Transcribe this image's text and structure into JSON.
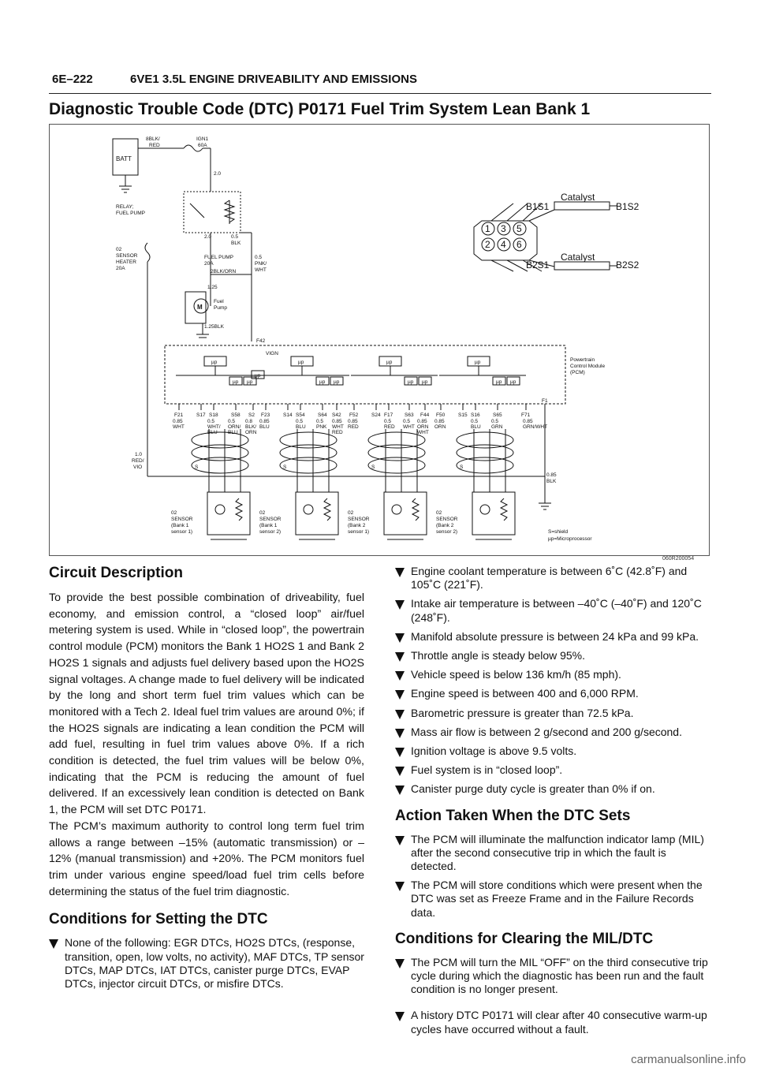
{
  "header": {
    "page_number": "6E–222",
    "section_title": "6VE1 3.5L ENGINE DRIVEABILITY AND EMISSIONS"
  },
  "title": "Diagnostic Trouble Code (DTC) P0171 Fuel Trim System Lean Bank 1",
  "diagram": {
    "figure_code": "060R200054",
    "batt": "BATT",
    "ign": "IGN1",
    "ign_fuse": "60A",
    "wire_8blk": "8BLK/",
    "wire_red": "RED",
    "wire_20": "2.0",
    "relay": "RELAY;",
    "relay2": "FUEL PUMP",
    "wire_20b": "2.0",
    "wire_05": "0.5",
    "wire_blk": "BLK",
    "o2_heater1": "02",
    "o2_heater2": "SENSOR",
    "o2_heater3": "HEATER",
    "o2_heater4": "20A",
    "fuel_pump_fuse1": "FUEL PUMP",
    "fuel_pump_fuse2": "20A",
    "wire_2blk": "2BLK/ORN",
    "wire_pnk1": "0.5",
    "wire_pnk2": "PNK/",
    "wire_pnk3": "WHT",
    "wire_125": "1.25",
    "pump_label1": "Fuel",
    "pump_label2": "Pump",
    "motor": "M",
    "wire_125blk": "1.25BLK",
    "f42": "F42",
    "vign": "VIGN",
    "up": "µp",
    "pcm1": "Powertrain",
    "pcm2": "Control Module",
    "pcm3": "(PCM)",
    "f1": "F1",
    "wire_10": "1.0",
    "wire_10b": "RED/",
    "wire_10c": "VIO",
    "shield": "S",
    "wire_085blk1": "0.85",
    "wire_085blk2": "BLK",
    "legend1": "S=shield",
    "legend2": "µp=Microprocessor",
    "b1s1": "B1S1",
    "b1s2": "B1S2",
    "b2s1": "B2S1",
    "b2s2": "B2S2",
    "catalyst": "Catalyst",
    "cyl": [
      "1",
      "3",
      "5",
      "2",
      "4",
      "6"
    ],
    "pins": [
      "F21",
      "S17",
      "S18",
      "S58",
      "S2",
      "F23",
      "S14",
      "S54",
      "S64",
      "S42",
      "F52",
      "S24",
      "F17",
      "S63",
      "F44",
      "F50",
      "S15",
      "S16",
      "S65",
      "F71"
    ],
    "wires": [
      [
        "0.85",
        "WHT"
      ],
      [
        "0.5",
        "WHT/",
        "BLU"
      ],
      [
        "0.5",
        "ORN/",
        "BLU"
      ],
      [
        "0.8",
        "BLK/",
        "ORN"
      ],
      [
        "0.85",
        "BLU"
      ],
      [
        "0.5",
        "BLU"
      ],
      [
        "0.5",
        "PNK"
      ],
      [
        "0.85",
        "WHT",
        "RED"
      ],
      [
        "0.85",
        "RED"
      ],
      [
        "0.5",
        "RED"
      ],
      [
        "0.5",
        "WHT"
      ],
      [
        "0.85",
        "ORN",
        "WHT"
      ],
      [
        "0.85",
        "ORN"
      ],
      [
        "0.5",
        "BLU"
      ],
      [
        "0.5",
        "GRN"
      ],
      [
        "0.85",
        "GRN/WHT"
      ]
    ],
    "sensors": [
      [
        "02",
        "SENSOR",
        "(Bank 1",
        "sensor 1)"
      ],
      [
        "02",
        "SENSOR",
        "(Bank 1",
        "sensor 2)"
      ],
      [
        "02",
        "SENSOR",
        "(Bank 2",
        "sensor 1)"
      ],
      [
        "02",
        "SENSOR",
        "(Bank 2",
        "sensor 2)"
      ]
    ]
  },
  "circuit": {
    "heading": "Circuit Description",
    "paragraphs": [
      "To provide the best possible combination of driveability, fuel economy, and emission control, a “closed loop” air/fuel metering system is used.  While in “closed loop”, the powertrain control module (PCM) monitors the Bank 1 HO2S 1 and Bank 2 HO2S 1 signals and adjusts fuel delivery based upon the HO2S signal voltages.  A change made to fuel delivery will be indicated by the long and short term fuel trim values which can be monitored with a Tech 2.  Ideal fuel trim values are around 0%; if the HO2S signals are indicating a lean condition the PCM will add fuel, resulting in fuel trim values above 0%.  If a rich condition is detected, the fuel trim values will be below 0%, indicating that the PCM is reducing the amount of fuel delivered.  If an excessively lean condition is detected on Bank 1, the PCM will set DTC P0171.",
      "The PCM’s maximum authority to control long term fuel trim allows a range between –15% (automatic transmission) or –12% (manual transmission) and +20%.  The PCM monitors fuel trim under various engine speed/load fuel trim cells before determining  the status of the fuel trim diagnostic."
    ]
  },
  "conditions_setting": {
    "heading": "Conditions for Setting the DTC",
    "items": [
      "None of the following: EGR DTCs, HO2S DTCs, (response, transition, open, low volts, no activity), MAF DTCs, TP sensor DTCs, MAP DTCs, IAT DTCs, canister purge DTCs, EVAP DTCs, injector circuit DTCs, or misfire DTCs."
    ],
    "items_right": [
      "Engine coolant temperature is between 6˚C (42.8˚F) and 105˚C (221˚F).",
      "Intake air temperature is between –40˚C (–40˚F) and 120˚C (248˚F).",
      "Manifold absolute pressure is between 24 kPa and 99 kPa.",
      "Throttle angle is steady below 95%.",
      "Vehicle speed is below 136 km/h (85 mph).",
      "Engine speed is between 400 and 6,000 RPM.",
      "Barometric pressure is greater than 72.5 kPa.",
      "Mass air flow is between 2 g/second and 200 g/second.",
      "Ignition voltage is above 9.5 volts.",
      "Fuel system is in “closed loop”.",
      "Canister purge duty cycle is greater than 0% if on."
    ]
  },
  "action": {
    "heading": "Action Taken When the DTC Sets",
    "items": [
      "The PCM will illuminate the malfunction indicator lamp (MIL) after the second consecutive trip in which the fault is detected.",
      "The PCM will store conditions which were present when the DTC was set as Freeze Frame and in the Failure Records data."
    ]
  },
  "clearing": {
    "heading": "Conditions for Clearing the MIL/DTC",
    "items": [
      "The PCM will turn the MIL “OFF” on the third consecutive trip cycle during which the diagnostic has been run and the fault condition is no longer present.",
      "A history DTC P0171 will clear after 40 consecutive warm-up cycles have occurred without a fault."
    ]
  },
  "footer": "carmanualsonline.info"
}
